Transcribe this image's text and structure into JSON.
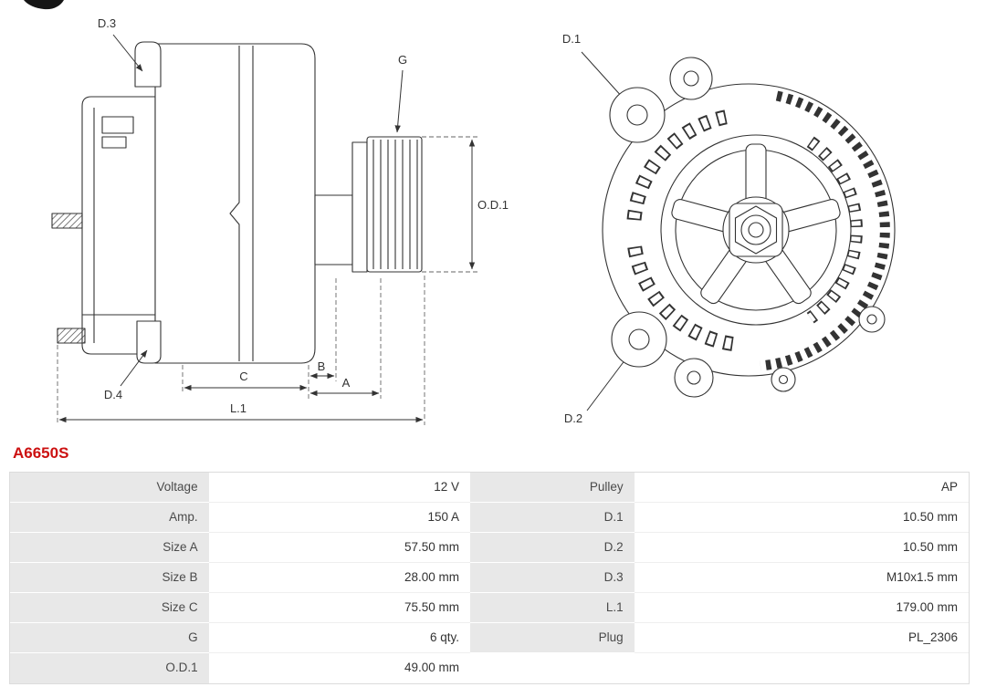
{
  "part_number": "A6650S",
  "diagram": {
    "labels": {
      "d1": "D.1",
      "d2": "D.2",
      "d3": "D.3",
      "d4": "D.4",
      "g": "G",
      "od1": "O.D.1",
      "a": "A",
      "b": "B",
      "c": "C",
      "l1": "L.1"
    }
  },
  "spec_table": {
    "rows": [
      {
        "label_left": "Voltage",
        "value_left": "12 V",
        "label_right": "Pulley",
        "value_right": "AP"
      },
      {
        "label_left": "Amp.",
        "value_left": "150 A",
        "label_right": "D.1",
        "value_right": "10.50 mm"
      },
      {
        "label_left": "Size A",
        "value_left": "57.50 mm",
        "label_right": "D.2",
        "value_right": "10.50 mm"
      },
      {
        "label_left": "Size B",
        "value_left": "28.00 mm",
        "label_right": "D.3",
        "value_right": "M10x1.5 mm"
      },
      {
        "label_left": "Size C",
        "value_left": "75.50 mm",
        "label_right": "L.1",
        "value_right": "179.00 mm"
      },
      {
        "label_left": "G",
        "value_left": "6 qty.",
        "label_right": "Plug",
        "value_right": "PL_2306"
      },
      {
        "label_left": "O.D.1",
        "value_left": "49.00 mm",
        "label_right": "",
        "value_right": ""
      }
    ]
  },
  "colors": {
    "part_number": "#cc1111",
    "table_label_bg": "#e8e8e8",
    "table_label_text": "#4a4a4a",
    "diagram_stroke": "#333333",
    "background": "#ffffff"
  }
}
